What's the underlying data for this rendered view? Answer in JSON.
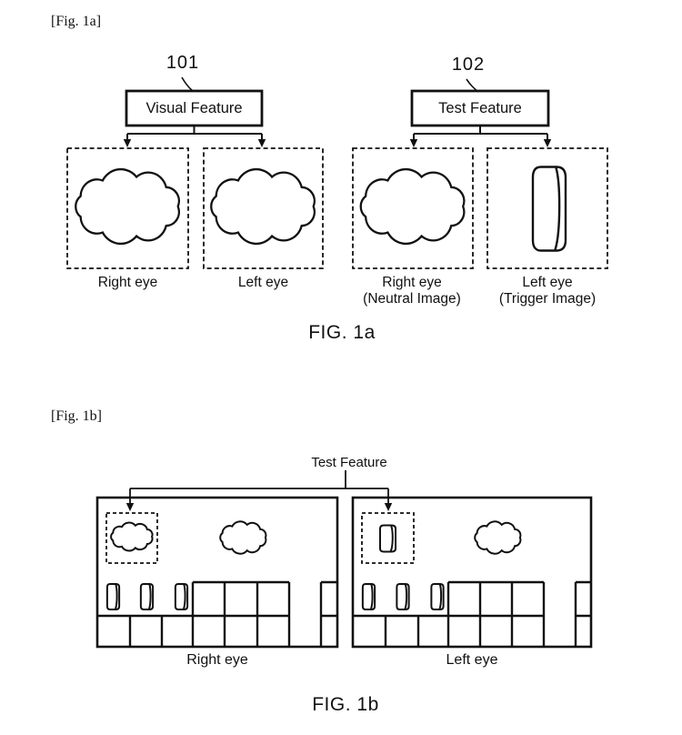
{
  "colors": {
    "ink": "#111111",
    "background": "#ffffff"
  },
  "figure_1a": {
    "tag": "[Fig. 1a]",
    "caption": "FIG. 1a",
    "blocks": [
      {
        "ref": "101",
        "label": "Visual Feature"
      },
      {
        "ref": "102",
        "label": "Test Feature"
      }
    ],
    "panels": [
      {
        "label": "Right eye",
        "sublabel": "",
        "content": "cloud"
      },
      {
        "label": "Left eye",
        "sublabel": "",
        "content": "cloud"
      },
      {
        "label": "Right eye",
        "sublabel": "(Neutral Image)",
        "content": "cloud"
      },
      {
        "label": "Left eye",
        "sublabel": "(Trigger Image)",
        "content": "cylinder"
      }
    ]
  },
  "figure_1b": {
    "tag": "[Fig. 1b]",
    "caption": "FIG. 1b",
    "pointer_label": "Test Feature",
    "scenes": [
      {
        "label": "Right eye",
        "highlighted": "cloud"
      },
      {
        "label": "Left eye",
        "highlighted": "cylinder"
      }
    ]
  }
}
